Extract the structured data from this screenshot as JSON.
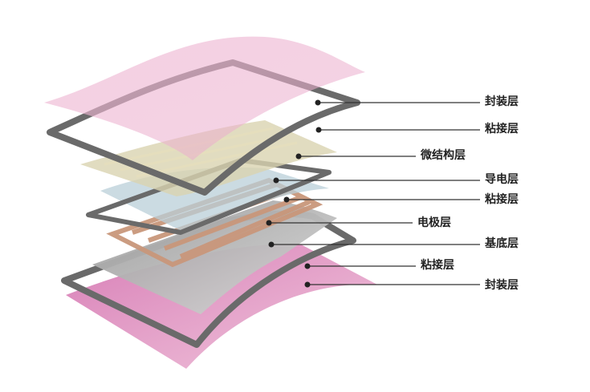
{
  "diagram": {
    "labels": [
      {
        "id": "l1",
        "text": "封装层"
      },
      {
        "id": "l2",
        "text": "粘接层"
      },
      {
        "id": "l3",
        "text": "微结构层"
      },
      {
        "id": "l4",
        "text": "导电层"
      },
      {
        "id": "l5",
        "text": "粘接层"
      },
      {
        "id": "l6",
        "text": "电极层"
      },
      {
        "id": "l7",
        "text": "基底层"
      },
      {
        "id": "l8",
        "text": "粘接层"
      },
      {
        "id": "l9",
        "text": "封装层"
      }
    ],
    "colors": {
      "encapsulation": "#e7a9c9",
      "encapsulation_bottom": "#d77fb4",
      "adhesive_frame": "#6a6a6a",
      "microstructure": "#d9d3b0",
      "conductive": "#b9cfd8",
      "electrode": "#c9977b",
      "substrate": "#8f8f8f",
      "leader": "#333333"
    }
  }
}
